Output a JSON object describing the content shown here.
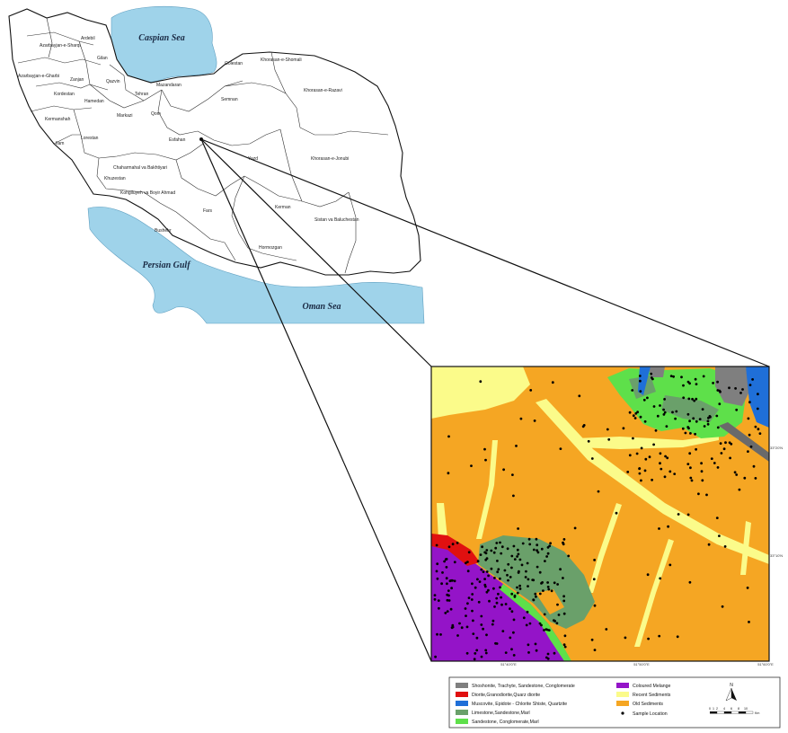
{
  "map": {
    "seas": {
      "caspian": "Caspian Sea",
      "persian_gulf": "Persian Gulf",
      "oman": "Oman Sea"
    },
    "provinces": [
      "Ardebil",
      "Azarbayjan-e-Sharqi",
      "Azarbayjan-e-Gharbi",
      "Zanjan",
      "Gilan",
      "Kordestan",
      "Hamedan",
      "Qazvin",
      "Mazandaran",
      "Golestan",
      "Khorasan-e-Shomali",
      "Khorasan-e-Razavi",
      "Tehran",
      "Semnan",
      "Markazi",
      "Qom",
      "Kermanshah",
      "Lorestan",
      "Ilam",
      "Esfahan",
      "Chaharmahal va Bakhtiyari",
      "Khuzestan",
      "Kohgiluyeh va Boyir Ahmad",
      "Fars",
      "Bushehr",
      "Hormozgan",
      "Kerman",
      "Yazd",
      "Khorasan-e-Jonubi",
      "Sistan va Baluchestan"
    ]
  },
  "inset": {
    "coords_right": [
      "33°20'N",
      "33°10'N"
    ],
    "coords_bottom": [
      "51°40'0\"E",
      "51°50'0\"E",
      "51°60'0\"E"
    ]
  },
  "legend": {
    "items": [
      {
        "label": "Shoshonite, Trachyte, Sandestone, Conglomerate",
        "color": "#7f7f7f"
      },
      {
        "label": "Diorite,Granodiorite,Quarz diorite",
        "color": "#e01010"
      },
      {
        "label": "Muscovite, Epidote - Chlorite Shiste, Quartzite",
        "color": "#1f6fd8"
      },
      {
        "label": "Limestone,Sandestone,Marl",
        "color": "#6aa06a"
      },
      {
        "label": "Sandestone, Conglomerate,Marl",
        "color": "#5ee04a"
      },
      {
        "label": "Coloured Melange",
        "color": "#9414c8"
      },
      {
        "label": "Recent Sediments",
        "color": "#fbfb8a"
      },
      {
        "label": "Old Sediments",
        "color": "#f5a623"
      },
      {
        "label": "Sample Location",
        "color": "#000000"
      }
    ],
    "north": "N",
    "scale_ticks": [
      "0",
      "1",
      "2",
      "4",
      "6",
      "8",
      "10"
    ],
    "scale_unit": "Km"
  }
}
